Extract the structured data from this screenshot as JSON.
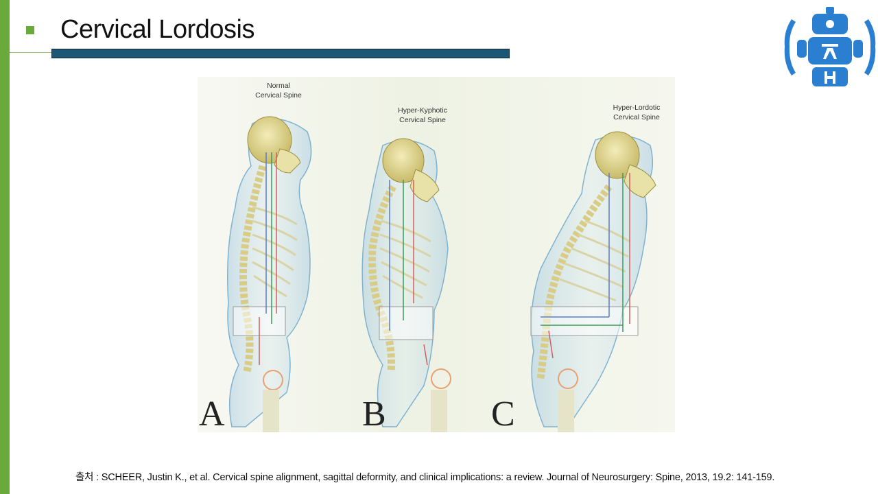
{
  "slide": {
    "title": "Cervical Lordosis",
    "citation": "출처 : SCHEER, Justin K., et al. Cervical spine alignment, sagittal deformity, and clinical implications: a review. Journal of Neurosurgery: Spine, 2013, 19.2: 141-159."
  },
  "figure": {
    "panels": [
      {
        "letter": "A",
        "label_line1": "Normal",
        "label_line2": "Cervical Spine"
      },
      {
        "letter": "B",
        "label_line1": "Hyper-Kyphotic",
        "label_line2": "Cervical Spine"
      },
      {
        "letter": "C",
        "label_line1": "Hyper-Lordotic",
        "label_line2": "Cervical Spine"
      }
    ]
  },
  "colors": {
    "accent_green": "#6aaa3a",
    "title_bar": "#1d5574",
    "logo_blue": "#2b7fd1",
    "arrow_red": "#d06060",
    "arrow_green": "#3a9a5a",
    "arrow_blue": "#5a7ad0"
  },
  "icons": {
    "logo": "robot-logo-icon",
    "bullet": "square-bullet-icon"
  }
}
